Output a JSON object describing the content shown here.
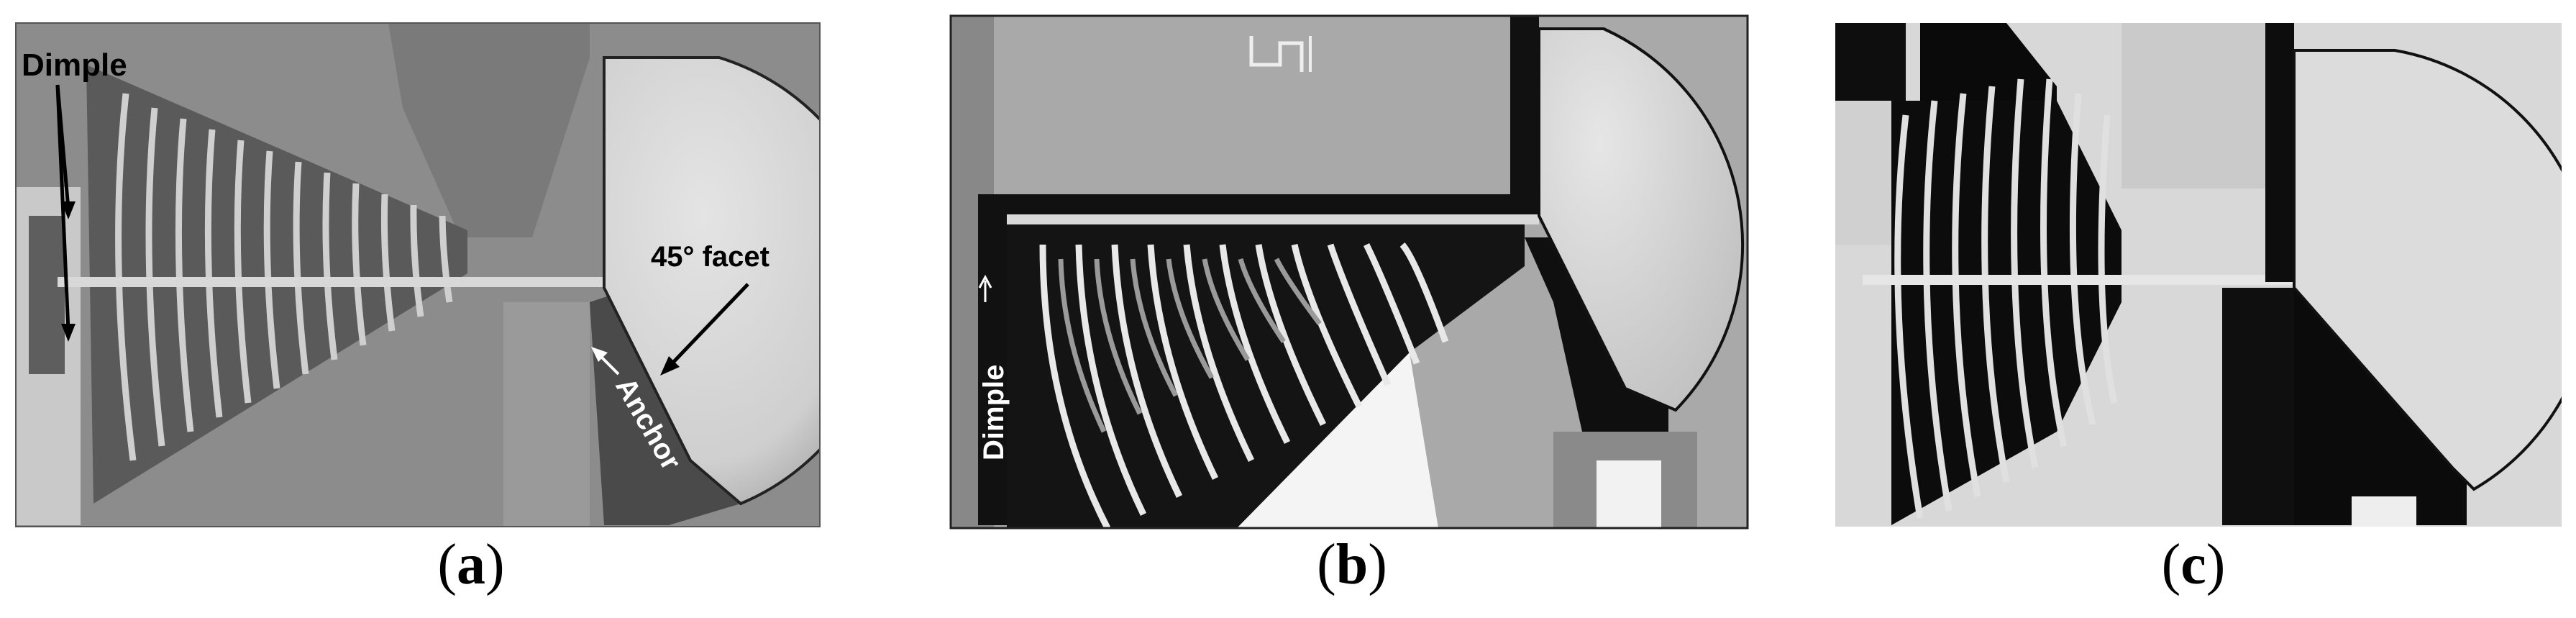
{
  "panels": [
    {
      "id": "a",
      "caption_open": "(",
      "caption_letter": "a",
      "caption_close": ")",
      "labels": {
        "dimple": "Dimple",
        "facet": "45° facet",
        "anchor": "Anchor"
      }
    },
    {
      "id": "b",
      "caption_open": "(",
      "caption_letter": "b",
      "caption_close": ")",
      "labels": {
        "dimple": "Dimple"
      }
    },
    {
      "id": "c",
      "caption_open": "(",
      "caption_letter": "c",
      "caption_close": ")",
      "labels": {}
    }
  ]
}
